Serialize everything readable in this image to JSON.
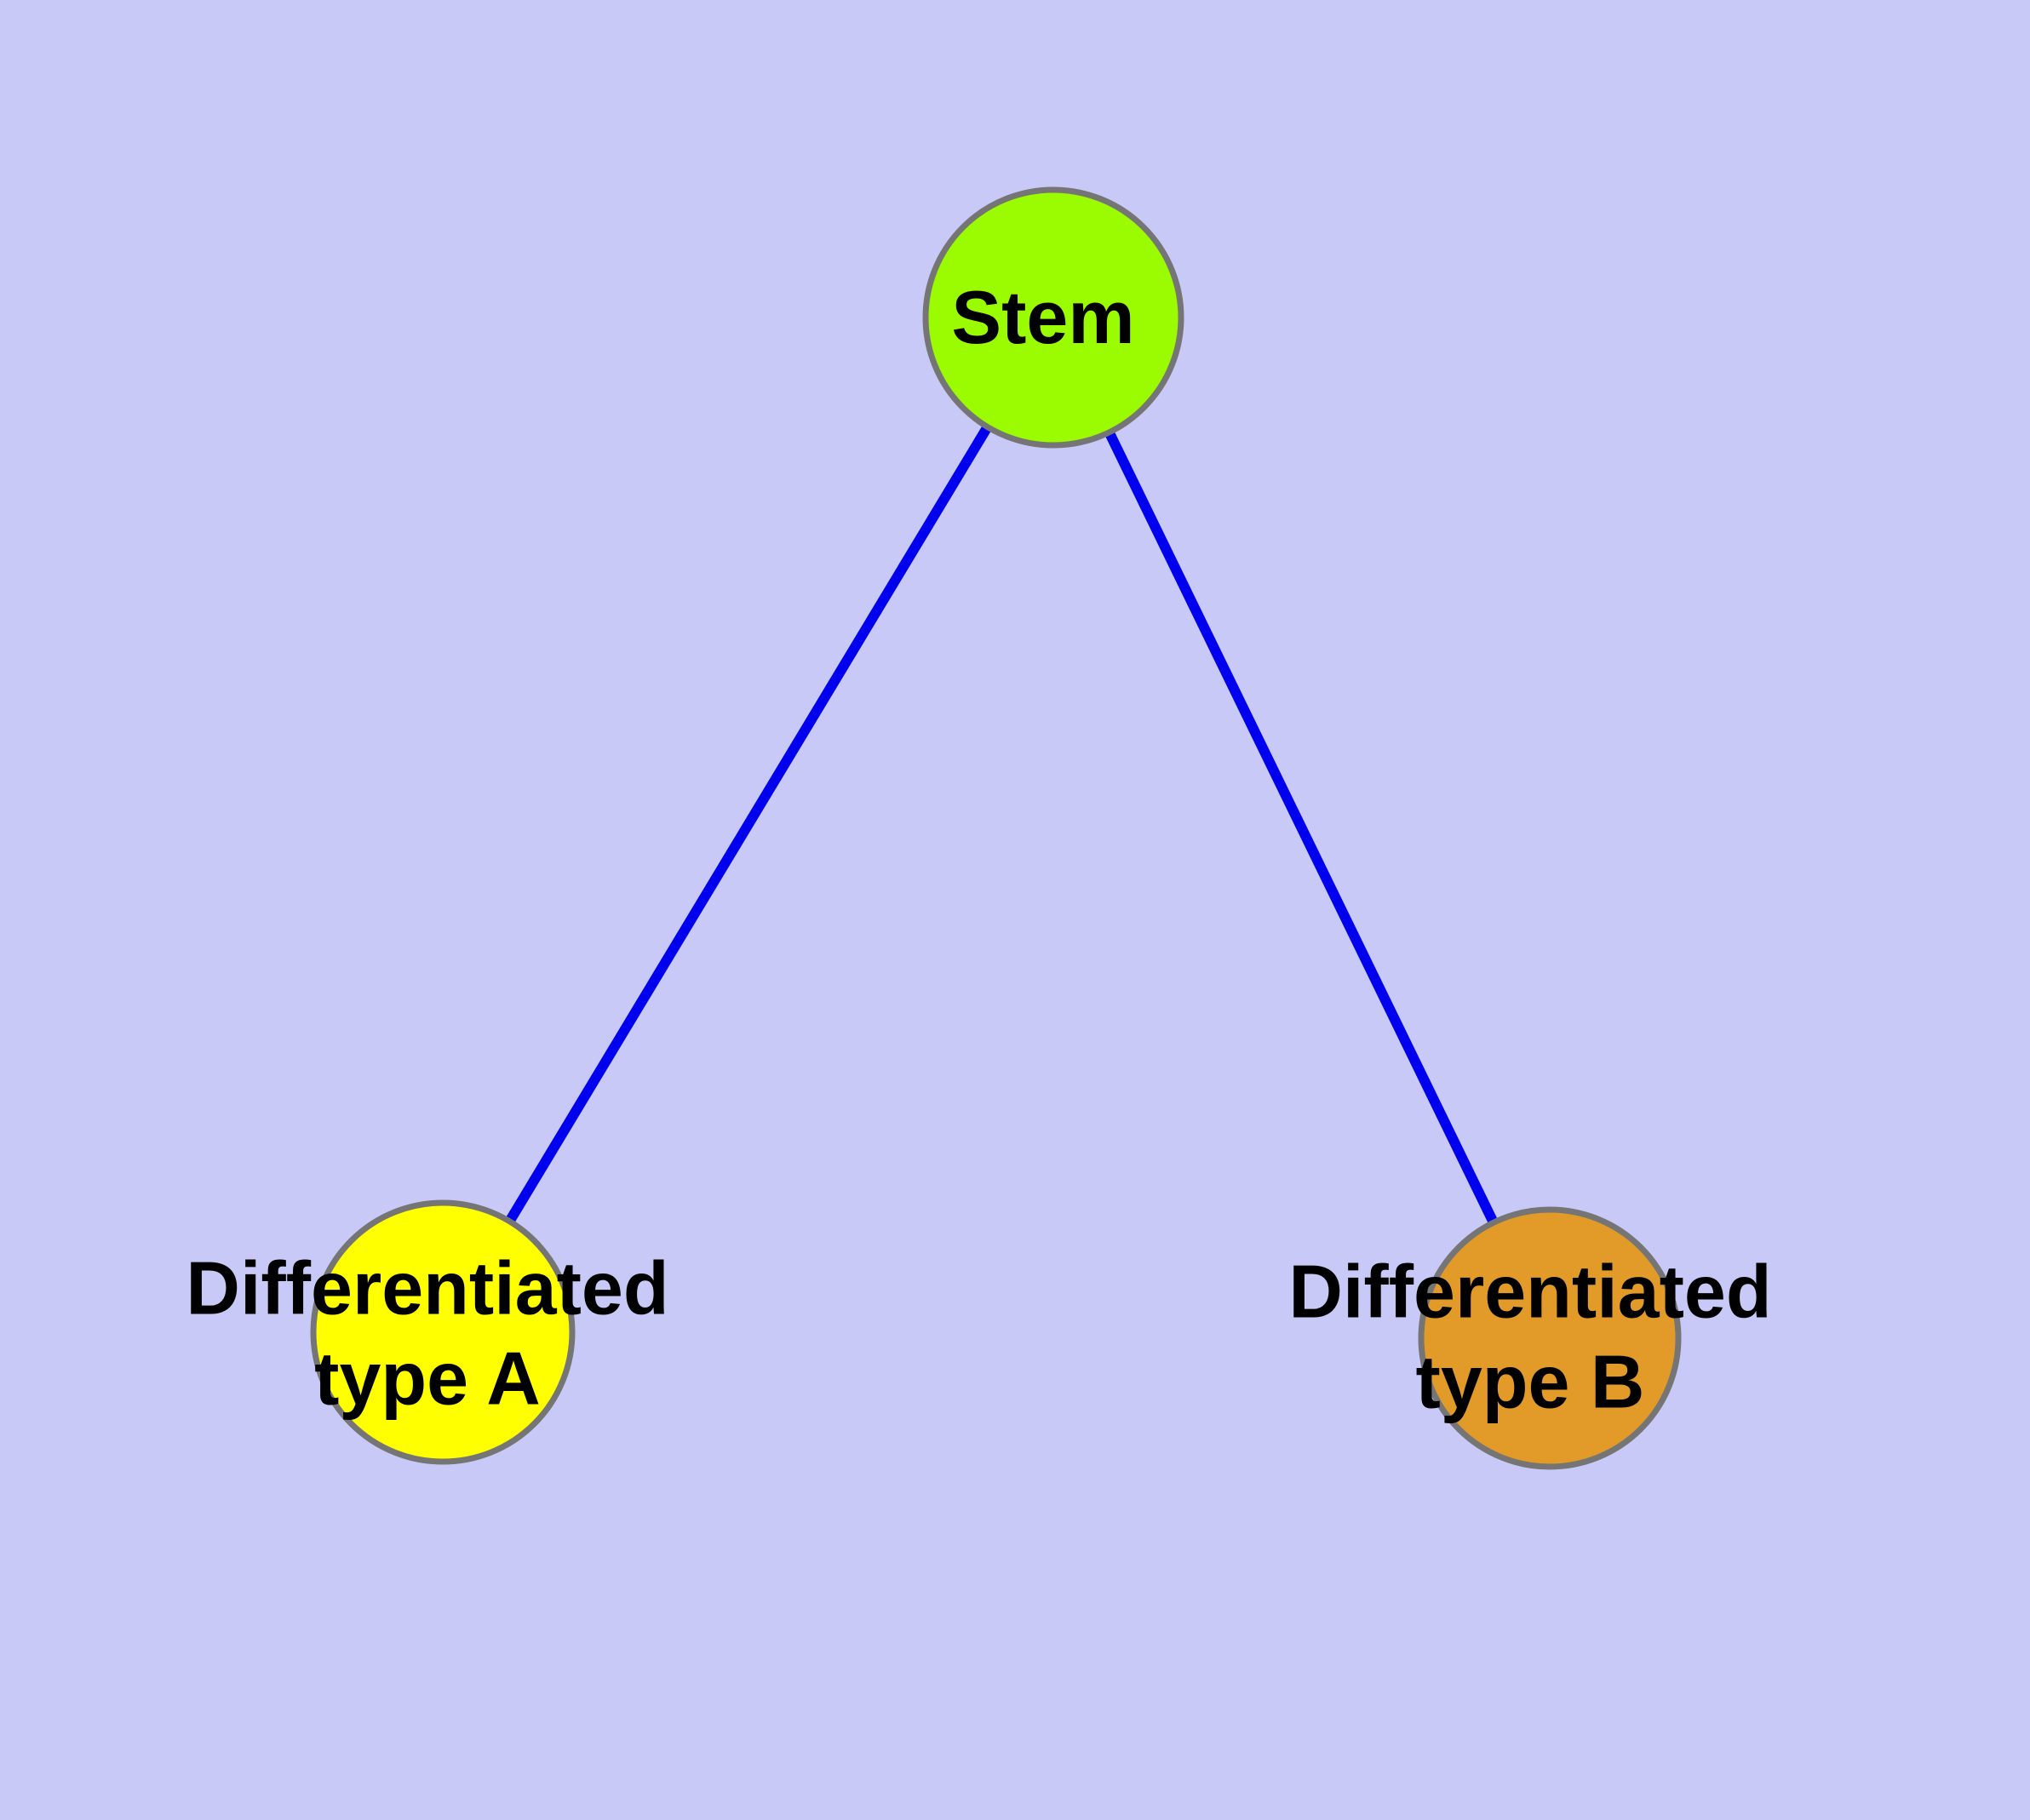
{
  "diagram": {
    "type": "graph",
    "background_color": "#c9c9f8",
    "edge_color": "#0000ee",
    "node_border_color": "#757575",
    "label_color": "#000000",
    "nodes": [
      {
        "id": "stem",
        "label": "Stem",
        "fill": "#9bfb00"
      },
      {
        "id": "differentiated-type-a",
        "label": "Differentiated\ntype A",
        "fill": "#ffff00"
      },
      {
        "id": "differentiated-type-b",
        "label": "Differentiated\ntype B",
        "fill": "#e29a29"
      }
    ],
    "edges": [
      {
        "from": "stem",
        "to": "differentiated-type-a"
      },
      {
        "from": "stem",
        "to": "differentiated-type-b"
      }
    ]
  }
}
